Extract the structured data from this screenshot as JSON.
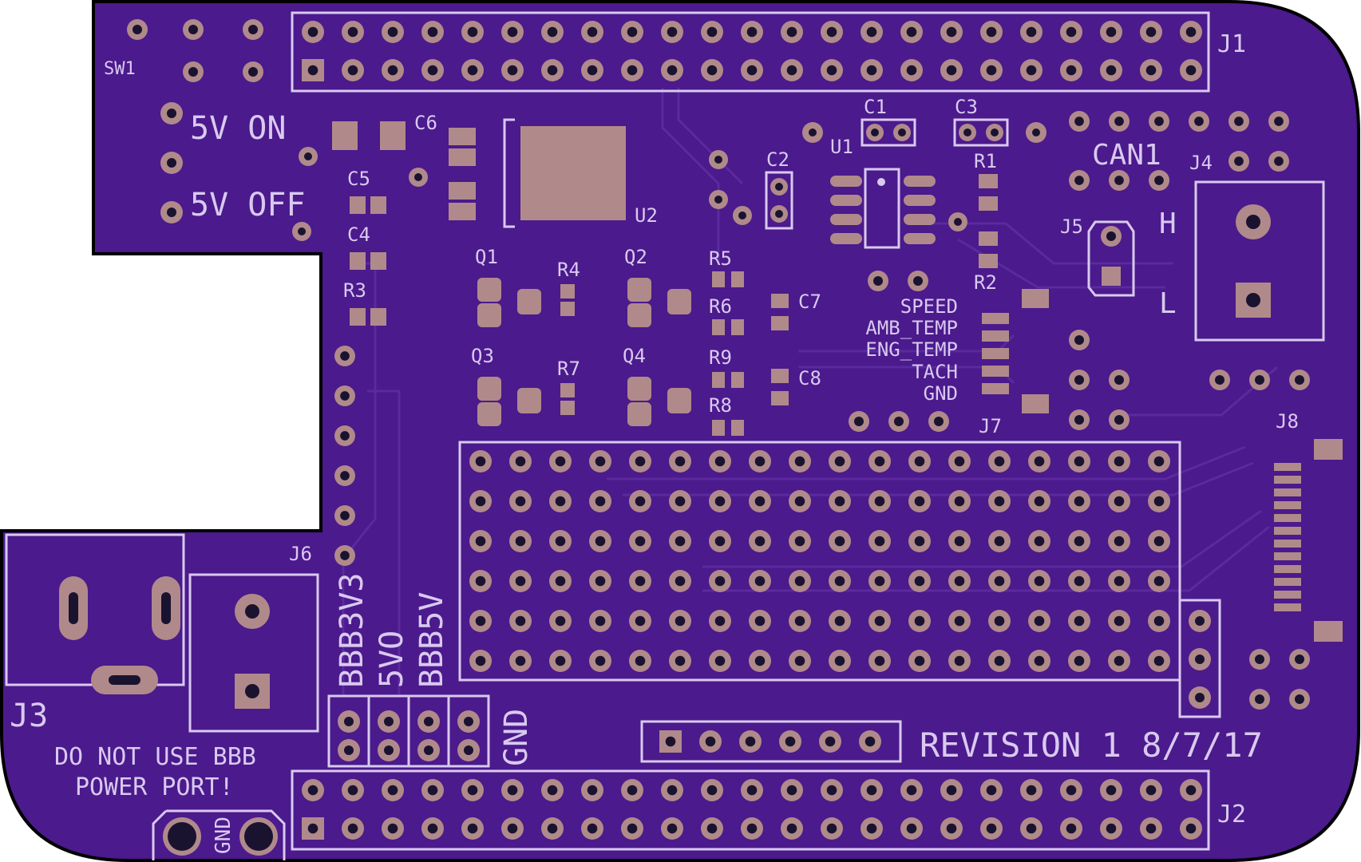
{
  "board": {
    "colors": {
      "pcb": "#4b1a8c",
      "silk": "#d9c9f0",
      "pad": "#b08a8a",
      "hole": "#1a1330",
      "trace": "#5a2a9e",
      "outline": "#000000"
    }
  },
  "labels": {
    "sw1": "SW1",
    "j1": "J1",
    "j2": "J2",
    "j3": "J3",
    "j4": "J4",
    "j5": "J5",
    "j6": "J6",
    "j7": "J7",
    "j8": "J8",
    "c1": "C1",
    "c2": "C2",
    "c3": "C3",
    "c4": "C4",
    "c5": "C5",
    "c6": "C6",
    "c7": "C7",
    "c8": "C8",
    "u1": "U1",
    "u2": "U2",
    "q1": "Q1",
    "q2": "Q2",
    "q3": "Q3",
    "q4": "Q4",
    "r1": "R1",
    "r2": "R2",
    "r3": "R3",
    "r4": "R4",
    "r5": "R5",
    "r6": "R6",
    "r7": "R7",
    "r8": "R8",
    "r9": "R9",
    "can1": "CAN1",
    "can_h": "H",
    "can_l": "L",
    "on": "5V ON",
    "off": "5V OFF",
    "speed": "SPEED",
    "amb_temp": "AMB_TEMP",
    "eng_temp": "ENG_TEMP",
    "tach": "TACH",
    "gnd_sig": "GND",
    "bbb3v3": "BBB3V3",
    "v5": "5VO",
    "bbb5v": "BBB5V",
    "gnd_rail": "GND",
    "gnd_bottom": "GND",
    "warning1": "DO NOT USE BBB",
    "warning2": "POWER PORT!",
    "revision": "REVISION 1  8/7/17"
  }
}
